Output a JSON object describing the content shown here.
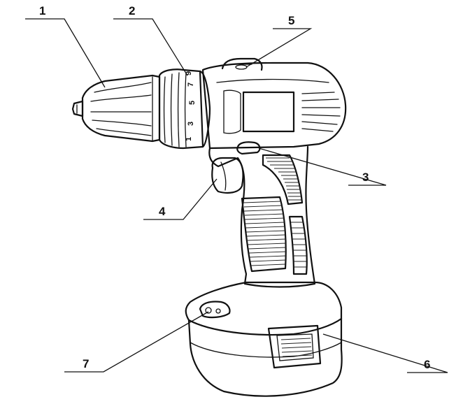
{
  "callouts": [
    {
      "id": "1",
      "label": "1"
    },
    {
      "id": "2",
      "label": "2"
    },
    {
      "id": "3",
      "label": "3"
    },
    {
      "id": "4",
      "label": "4"
    },
    {
      "id": "5",
      "label": "5"
    },
    {
      "id": "6",
      "label": "6"
    },
    {
      "id": "7",
      "label": "7"
    }
  ],
  "dial_numbers": [
    "1",
    "3",
    "5",
    "7",
    "9"
  ],
  "colors": {
    "line": "#111111",
    "background": "#ffffff"
  }
}
